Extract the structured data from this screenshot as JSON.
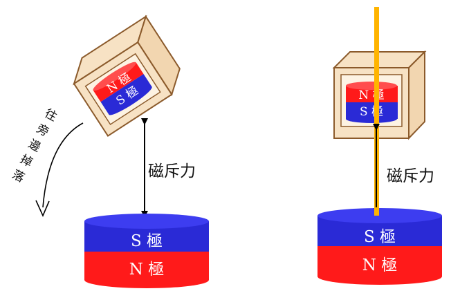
{
  "left_scene": {
    "box_magnet": {
      "top_label": "N 極",
      "bottom_label": "S 極"
    },
    "force_label": "磁斥力",
    "motion_label": [
      "往",
      "旁",
      "邊",
      "掉",
      "落"
    ],
    "base_magnet": {
      "top_label": "S 極",
      "bottom_label": "N 極"
    }
  },
  "right_scene": {
    "box_magnet": {
      "top_label": "N 極",
      "bottom_label": "S 極"
    },
    "force_label": "磁斥力",
    "base_magnet": {
      "top_label": "S 極",
      "bottom_label": "N 極"
    }
  },
  "colors": {
    "north": "#ff1a1a",
    "south": "#2a2ad6",
    "box_face": "#f7e2c4",
    "box_edge": "#8b5a2b",
    "rod": "#ffb400"
  }
}
